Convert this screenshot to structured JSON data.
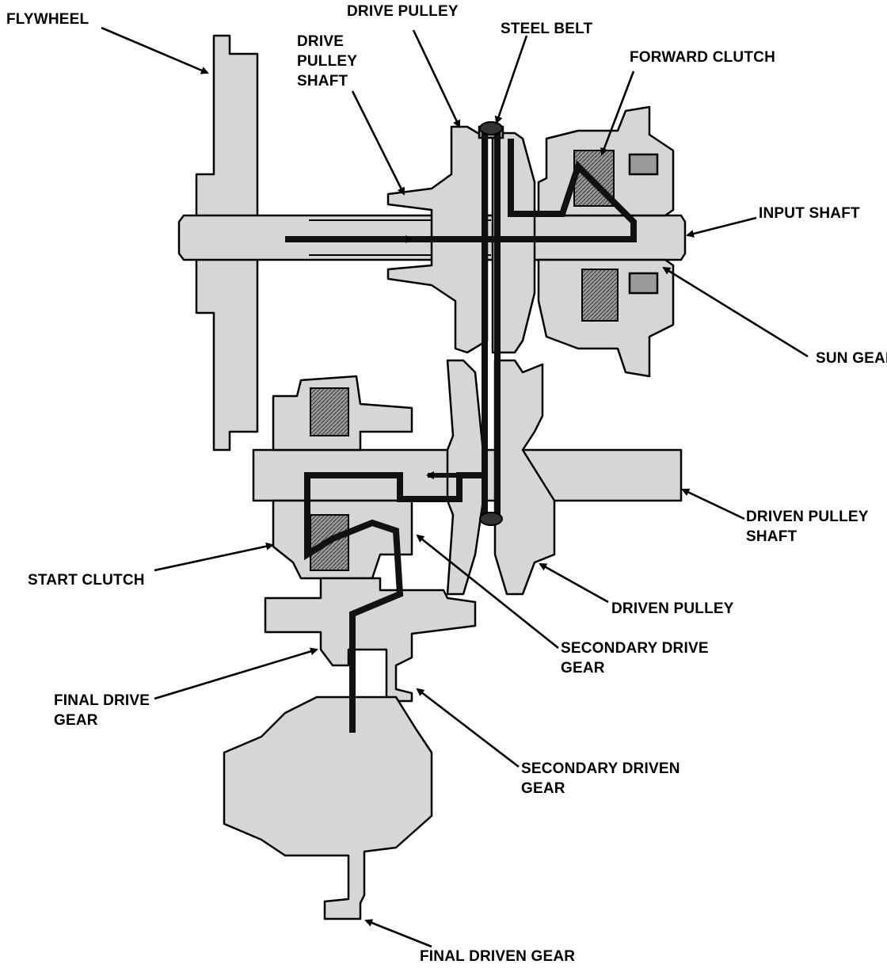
{
  "labels": {
    "flywheel": "FLYWHEEL",
    "drive_pulley": "DRIVE PULLEY",
    "steel_belt": "STEEL BELT",
    "drive_pulley_shaft_1": "DRIVE",
    "drive_pulley_shaft_2": "PULLEY",
    "drive_pulley_shaft_3": "SHAFT",
    "forward_clutch": "FORWARD CLUTCH",
    "input_shaft": "INPUT SHAFT",
    "sun_gear": "SUN GEAR",
    "driven_pulley_shaft_1": "DRIVEN PULLEY",
    "driven_pulley_shaft_2": "SHAFT",
    "start_clutch": "START CLUTCH",
    "driven_pulley": "DRIVEN PULLEY",
    "secondary_drive_gear_1": "SECONDARY DRIVE",
    "secondary_drive_gear_2": "GEAR",
    "final_drive_gear_1": "FINAL DRIVE",
    "final_drive_gear_2": "GEAR",
    "secondary_driven_gear_1": "SECONDARY DRIVEN",
    "secondary_driven_gear_2": "GEAR",
    "final_driven_gear": "FINAL DRIVEN GEAR"
  },
  "colors": {
    "part_fill": "#d6d6d6",
    "power_path": "#111111"
  }
}
